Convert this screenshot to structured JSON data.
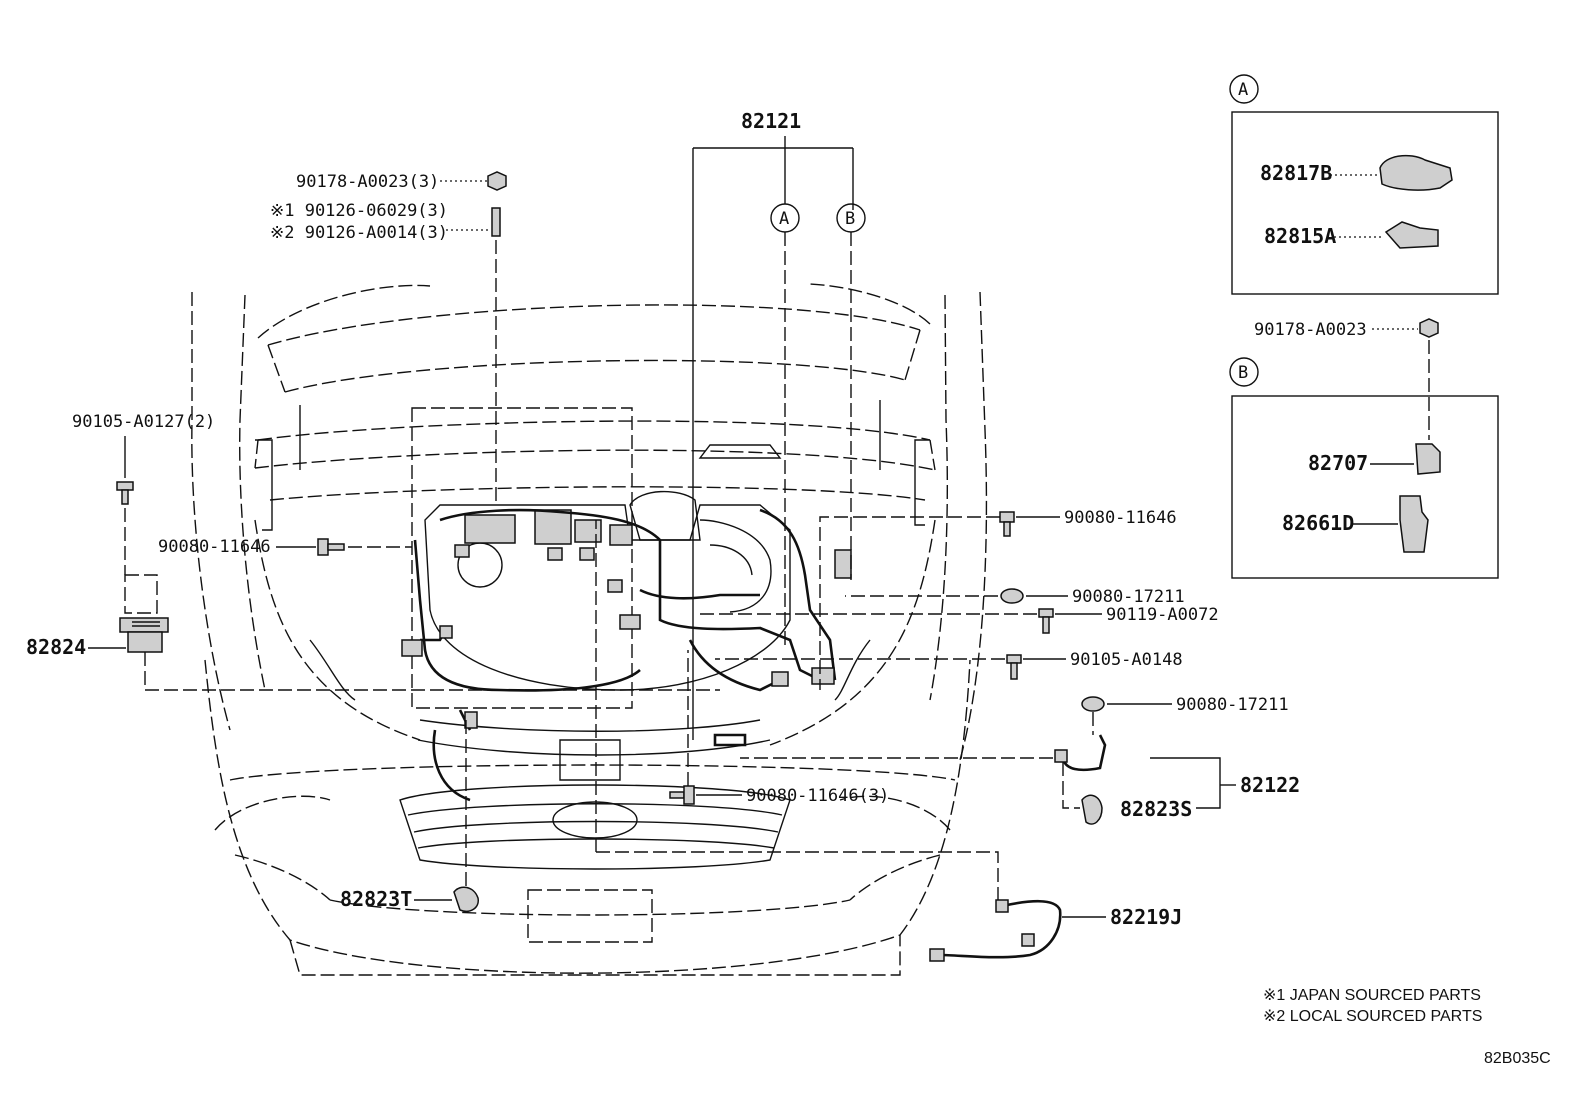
{
  "diagram_id": "82B035C",
  "callouts": {
    "circle_a": "A",
    "circle_b": "B",
    "main_harness": "82121",
    "nut_top": "90178-A0023(3)",
    "stud_japan": "※1 90126-06029(3)",
    "stud_local": "※2 90126-A0014(3)",
    "bolt_left_top": "90105-A0127(2)",
    "bolt_left": "90080-11646",
    "relay_block": "82824",
    "bolt_right_top": "90080-11646",
    "nut_right_1": "90080-17211",
    "bolt_right_2": "90119-A0072",
    "bolt_right_3": "90105-A0148",
    "nut_right_4": "90080-17211",
    "sub_harness": "82122",
    "connector_s": "82823S",
    "bolt_center": "90080-11646(3)",
    "connector_t": "82823T",
    "wire_j": "82219J"
  },
  "detail_a": {
    "label": "A",
    "part_1": "82817B",
    "part_2": "82815A"
  },
  "detail_b": {
    "label": "B",
    "nut": "90178-A0023",
    "part_1": "82707",
    "part_2": "82661D"
  },
  "notes": {
    "note_1": "※1 JAPAN SOURCED PARTS",
    "note_2": "※2 LOCAL SOURCED PARTS"
  }
}
